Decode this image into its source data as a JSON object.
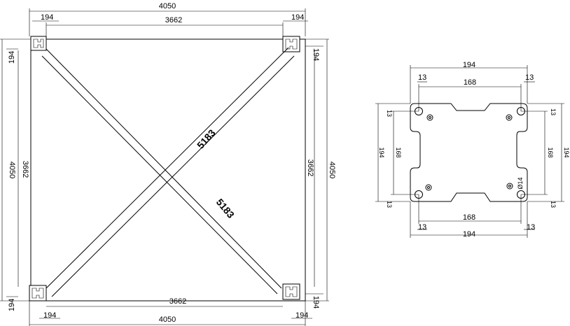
{
  "frame": {
    "overall_top": "4050",
    "overall_bottom": "4050",
    "overall_left": "4050",
    "overall_right": "4050",
    "inner_top": "3662",
    "inner_bottom": "3662",
    "inner_left": "3662",
    "inner_right": "3662",
    "diagonal_a": "5183",
    "diagonal_b": "5183",
    "corner_top_left_h": "194",
    "corner_top_right_h": "194",
    "corner_bottom_left_h": "194",
    "corner_bottom_right_h": "194",
    "corner_left_top_v": "194",
    "corner_right_top_v": "194",
    "corner_left_bottom_v": "194",
    "corner_right_bottom_v": "194"
  },
  "plate": {
    "width_top": "194",
    "width_bottom": "194",
    "inner_top": "168",
    "inner_bottom": "168",
    "height_left": "194",
    "height_right": "194",
    "inner_left": "168",
    "inner_right": "168",
    "offset_tl": "13",
    "offset_tr": "13",
    "offset_bl": "13",
    "offset_br": "13",
    "offset_lt": "13",
    "offset_lb": "13",
    "offset_rt": "13",
    "offset_rb": "13",
    "hole_diameter": "Ø14"
  }
}
